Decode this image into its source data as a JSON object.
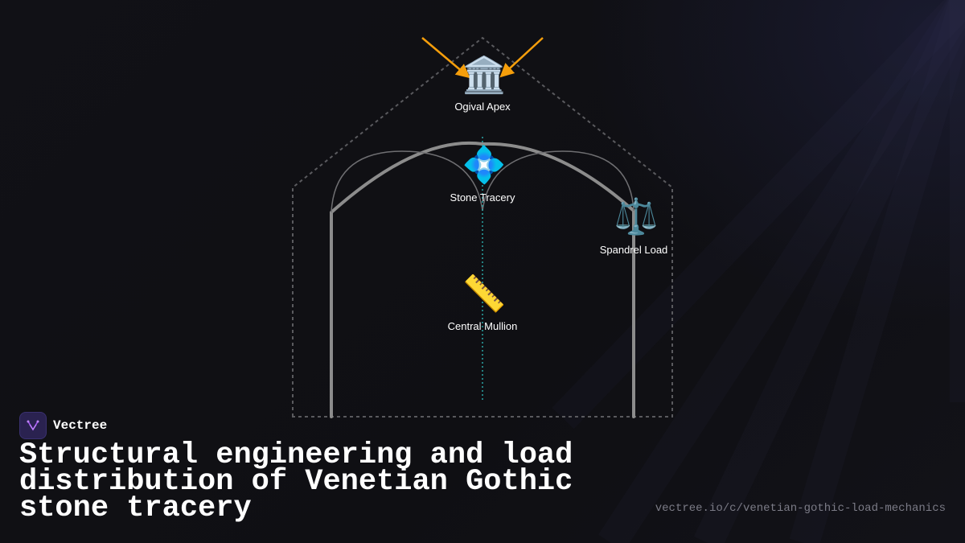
{
  "brand": {
    "name": "Vectree",
    "logo_icon": "tree-branch-logo-icon"
  },
  "title": "Structural engineering and load distribution of Venetian Gothic stone tracery",
  "url": "vectree.io/c/venetian-gothic-load-mechanics",
  "diagram": {
    "nodes": {
      "apex": {
        "label": "Ogival Apex",
        "icon": "🏛️",
        "icon_name": "classical-building-icon"
      },
      "tracery": {
        "label": "Stone Tracery",
        "icon": "💠",
        "icon_name": "diamond-flower-icon"
      },
      "spandrel": {
        "label": "Spandrel Load",
        "icon": "⚖️",
        "icon_name": "balance-scale-icon"
      },
      "mullion": {
        "label": "Central Mullion",
        "icon": "📏",
        "icon_name": "ruler-icon"
      }
    },
    "colors": {
      "background": "#0f0f13",
      "arch_stroke": "#8c8c8c",
      "outline_dashed": "#5a5a5e",
      "center_line": "#2aa6a6",
      "force_arrows": "#f59e0b",
      "logo_accent": "#a855f7"
    }
  }
}
